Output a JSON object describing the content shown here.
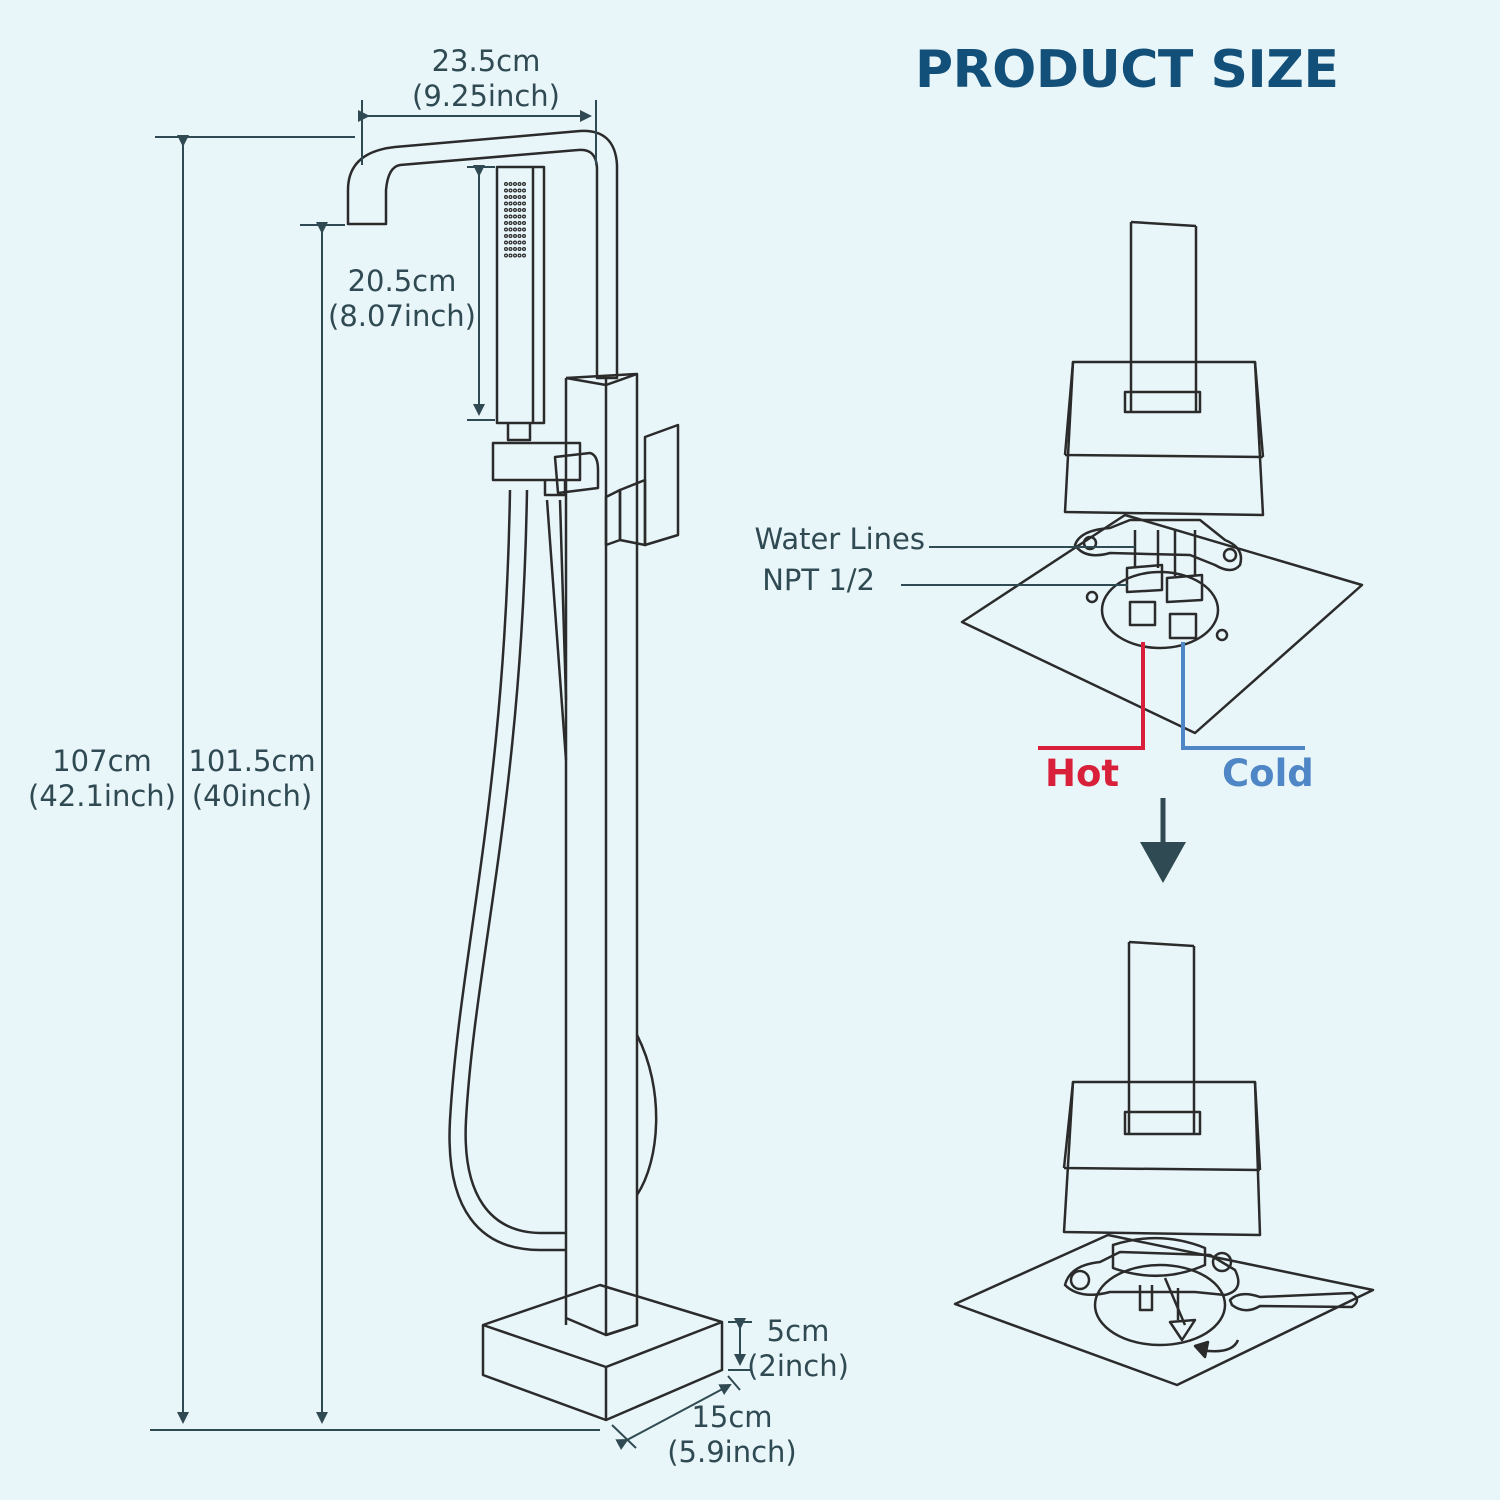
{
  "title": "PRODUCT SIZE",
  "dimensions": {
    "spout_width": {
      "metric": "23.5cm",
      "imperial": "(9.25inch)"
    },
    "handshower_length": {
      "metric": "20.5cm",
      "imperial": "(8.07inch)"
    },
    "total_height": {
      "metric": "107cm",
      "imperial": "(42.1inch)"
    },
    "spout_height": {
      "metric": "101.5cm",
      "imperial": "(40inch)"
    },
    "base_height": {
      "metric": "5cm",
      "imperial": "(2inch)"
    },
    "base_width": {
      "metric": "15cm",
      "imperial": "(5.9inch)"
    }
  },
  "install": {
    "water_lines_label": "Water Lines",
    "npt_label": "NPT 1/2",
    "hot_label": "Hot",
    "cold_label": "Cold"
  },
  "colors": {
    "background": "#e9f6f9",
    "line": "#2f4a52",
    "title": "#12507a",
    "hot": "#d9203a",
    "cold": "#4f86c6"
  }
}
